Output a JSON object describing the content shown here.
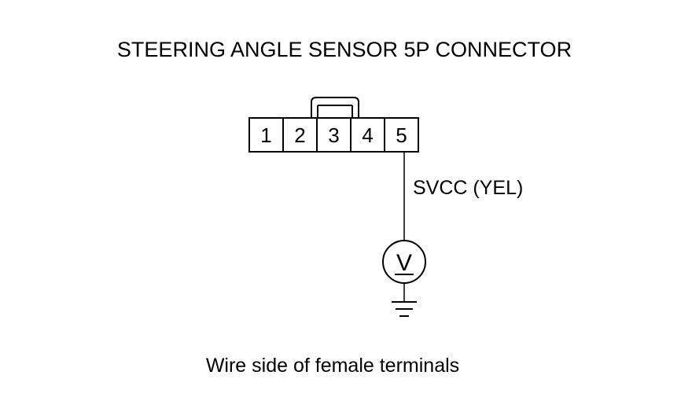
{
  "title": "STEERING ANGLE SENSOR 5P CONNECTOR",
  "connector": {
    "terminals": [
      "1",
      "2",
      "3",
      "4",
      "5"
    ]
  },
  "wire_label": "SVCC (YEL)",
  "meter": {
    "symbol": "V"
  },
  "caption": "Wire side of female terminals"
}
